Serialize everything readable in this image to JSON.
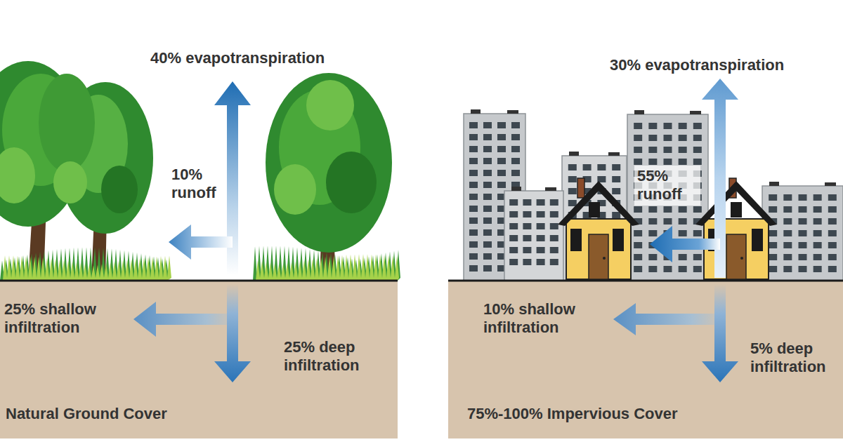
{
  "diagram": {
    "labels": [
      "40% evapotranspiration",
      "10% runoff",
      "25% shallow infiltration",
      "25% deep infiltration",
      "Natural Ground Cover",
      "30% evapotranspiration",
      "55% runoff",
      "10% shallow infiltration",
      "5% deep infiltration",
      "75%-100% Impervious Cover"
    ]
  }
}
